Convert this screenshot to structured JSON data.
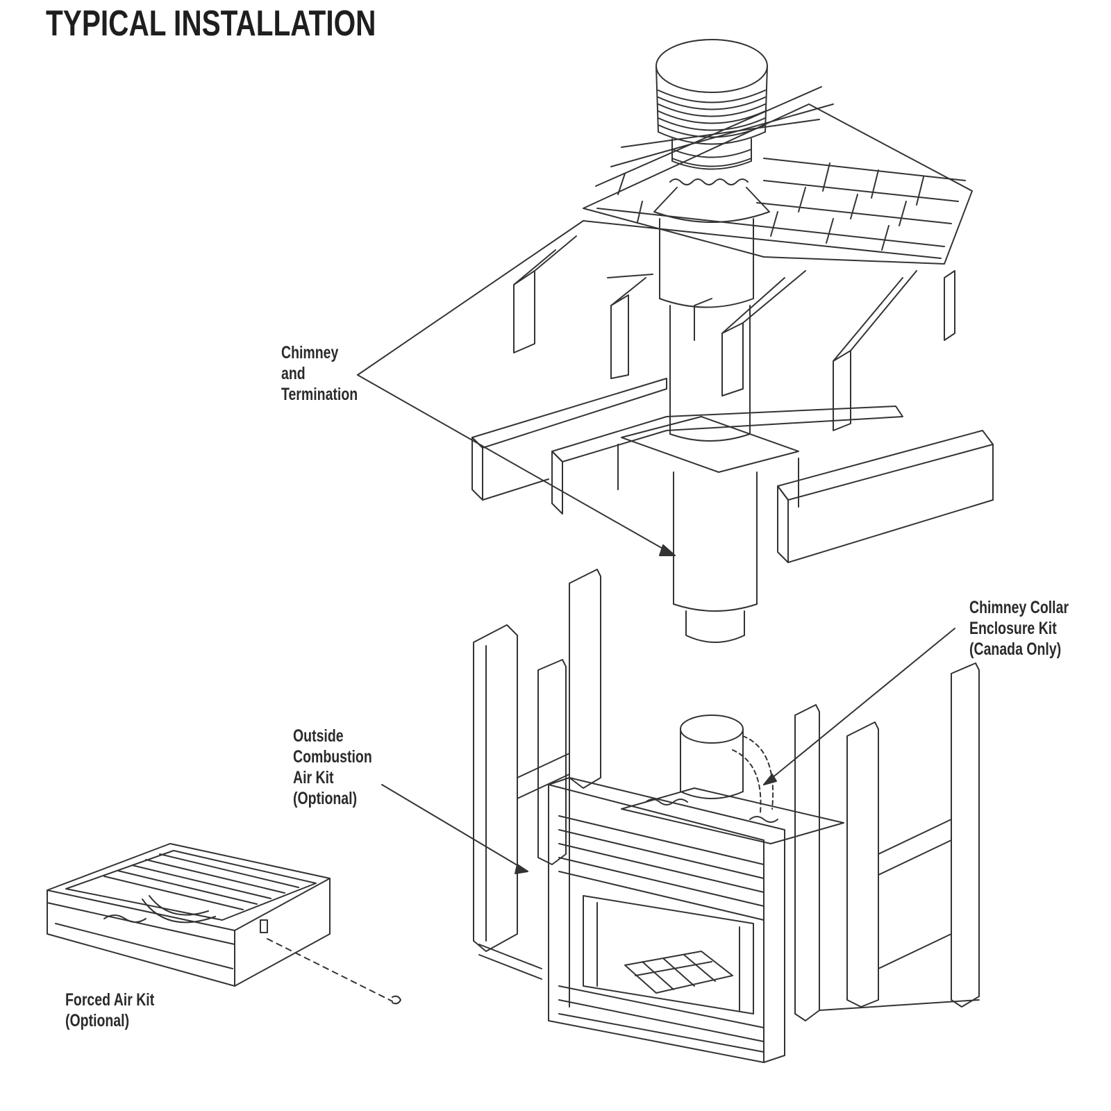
{
  "title": "TYPICAL INSTALLATION",
  "labels": {
    "chimney_termination": [
      "Chimney",
      "and",
      "Termination"
    ],
    "chimney_collar": [
      "Chimney Collar",
      "Enclosure Kit",
      "(Canada Only)"
    ],
    "outside_air": [
      "Outside",
      "Combustion",
      "Air Kit",
      "(Optional)"
    ],
    "forced_air": [
      "Forced Air Kit",
      "(Optional)"
    ]
  },
  "colors": {
    "ink": "#2a2a2a",
    "paper": "#ffffff"
  }
}
